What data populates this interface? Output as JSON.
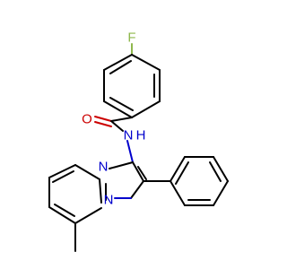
{
  "atoms": {
    "fluorine": {
      "label": "F",
      "color": "#8fb84d"
    },
    "oxygen": {
      "label": "O",
      "color": "#cc0000"
    },
    "amide_nitrogen": {
      "label": "N",
      "color": "#0000cc"
    },
    "amide_hydrogen": {
      "label": "H",
      "color": "#0000cc"
    },
    "bridgehead_nitrogen": {
      "label": "N",
      "color": "#0000cc"
    },
    "imidazole_nitrogen": {
      "label": "N",
      "color": "#0000cc"
    }
  }
}
